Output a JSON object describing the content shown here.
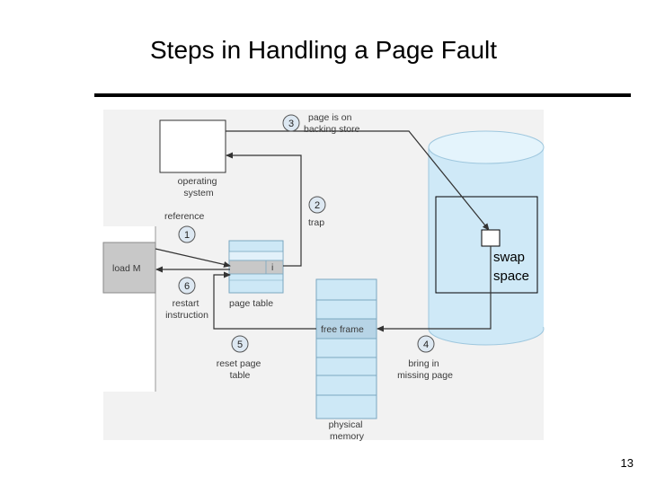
{
  "slide": {
    "title": "Steps in Handling a Page Fault",
    "number": "13"
  },
  "diagram": {
    "steps": [
      {
        "num": "1",
        "label_lines": [
          "reference"
        ]
      },
      {
        "num": "2",
        "label_lines": [
          "trap"
        ]
      },
      {
        "num": "3",
        "label_lines": [
          "page is on",
          "backing store"
        ]
      },
      {
        "num": "4",
        "label_lines": [
          "bring in",
          "missing page"
        ]
      },
      {
        "num": "5",
        "label_lines": [
          "reset page",
          "table"
        ]
      },
      {
        "num": "6",
        "label_lines": [
          "restart",
          "instruction"
        ]
      }
    ],
    "os_label_lines": [
      "operating",
      "system"
    ],
    "instruction_text": "load M",
    "page_table_bit": "i",
    "page_table_label": "page table",
    "free_frame_label": "free frame",
    "physical_memory_label_lines": [
      "physical",
      "memory"
    ],
    "swap_space_lines": [
      "swap",
      "space"
    ],
    "colors": {
      "panel": "#f2f2f2",
      "disk": "#cfe9f7",
      "page_table": "#cde8f6",
      "memory": "#cde8f6",
      "instruction_block": "#c8c8c8",
      "arrow": "#333333",
      "step_circle": "#dde8f2"
    }
  }
}
